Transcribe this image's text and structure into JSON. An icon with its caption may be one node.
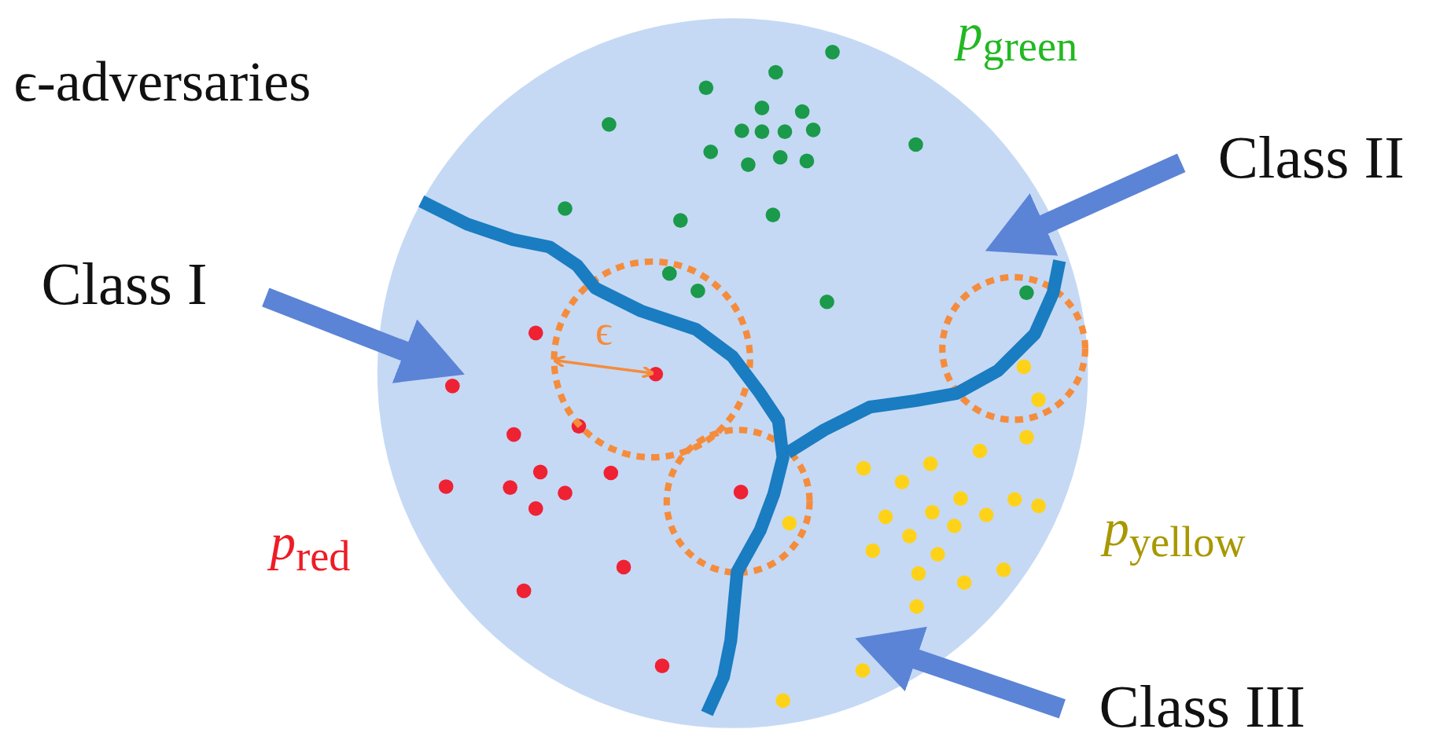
{
  "diagram": {
    "nodes": [
      {
        "text": [
          "Class I"
        ]
      },
      {
        "text": [
          "Class II"
        ]
      },
      {
        "text": [
          "Class III"
        ]
      }
    ],
    "edges": [
      {
        "from": 0,
        "to": null,
        "arrow": "to"
      },
      {
        "from": 1,
        "to": null,
        "arrow": "to"
      },
      {
        "from": 2,
        "to": null,
        "arrow": "to"
      }
    ],
    "labels": [
      "ϵ-adversaries",
      "*p*$_{green}$",
      "ϵ",
      "*p*$_{red}$",
      "*p*$_{yellow}$"
    ]
  }
}
